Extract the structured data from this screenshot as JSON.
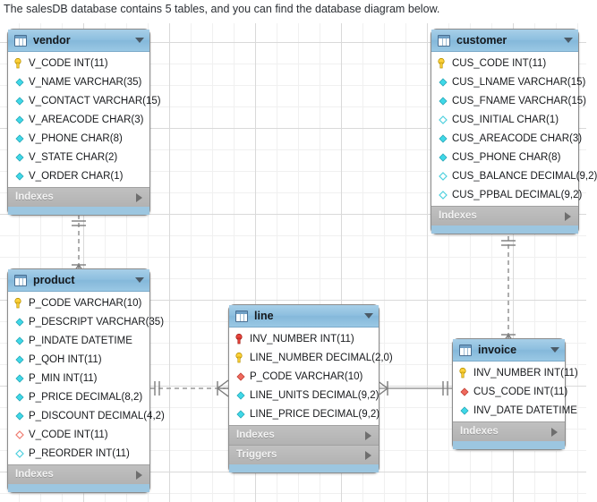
{
  "caption": "The salesDB database contains 5 tables, and you can find the database diagram below.",
  "colors": {
    "header_blue": "#8dbfdf",
    "section_gray": "#b6b6b6",
    "footer_blue": "#9cc6e0",
    "pk_key_yellow": "#ffd23b",
    "fk_key_red": "#e8453c",
    "col_diamond_cyan": "#3fd8e8",
    "fk_diamond_red": "#ef6a5e",
    "canvas_grid": "#e4e4e4"
  },
  "section_labels": {
    "indexes": "Indexes",
    "triggers": "Triggers"
  },
  "tables": [
    {
      "name": "vendor",
      "icon": "table-icon",
      "columns": [
        {
          "label": "V_CODE INT(11)",
          "glyph": "key-yellow"
        },
        {
          "label": "V_NAME VARCHAR(35)",
          "glyph": "diamond-cyan"
        },
        {
          "label": "V_CONTACT VARCHAR(15)",
          "glyph": "diamond-cyan"
        },
        {
          "label": "V_AREACODE CHAR(3)",
          "glyph": "diamond-cyan"
        },
        {
          "label": "V_PHONE CHAR(8)",
          "glyph": "diamond-cyan"
        },
        {
          "label": "V_STATE CHAR(2)",
          "glyph": "diamond-cyan"
        },
        {
          "label": "V_ORDER CHAR(1)",
          "glyph": "diamond-cyan"
        }
      ],
      "sections": [
        "Indexes"
      ]
    },
    {
      "name": "customer",
      "icon": "table-icon",
      "columns": [
        {
          "label": "CUS_CODE INT(11)",
          "glyph": "key-yellow"
        },
        {
          "label": "CUS_LNAME VARCHAR(15)",
          "glyph": "diamond-cyan"
        },
        {
          "label": "CUS_FNAME VARCHAR(15)",
          "glyph": "diamond-cyan"
        },
        {
          "label": "CUS_INITIAL CHAR(1)",
          "glyph": "diamond-hollow-cyan"
        },
        {
          "label": "CUS_AREACODE CHAR(3)",
          "glyph": "diamond-cyan"
        },
        {
          "label": "CUS_PHONE CHAR(8)",
          "glyph": "diamond-cyan"
        },
        {
          "label": "CUS_BALANCE DECIMAL(9,2)",
          "glyph": "diamond-hollow-cyan"
        },
        {
          "label": "CUS_PPBAL DECIMAL(9,2)",
          "glyph": "diamond-hollow-cyan"
        }
      ],
      "sections": [
        "Indexes"
      ]
    },
    {
      "name": "product",
      "icon": "table-icon",
      "columns": [
        {
          "label": "P_CODE VARCHAR(10)",
          "glyph": "key-yellow"
        },
        {
          "label": "P_DESCRIPT VARCHAR(35)",
          "glyph": "diamond-cyan"
        },
        {
          "label": "P_INDATE DATETIME",
          "glyph": "diamond-cyan"
        },
        {
          "label": "P_QOH INT(11)",
          "glyph": "diamond-cyan"
        },
        {
          "label": "P_MIN INT(11)",
          "glyph": "diamond-cyan"
        },
        {
          "label": "P_PRICE DECIMAL(8,2)",
          "glyph": "diamond-cyan"
        },
        {
          "label": "P_DISCOUNT DECIMAL(4,2)",
          "glyph": "diamond-cyan"
        },
        {
          "label": "V_CODE INT(11)",
          "glyph": "diamond-hollow-red"
        },
        {
          "label": "P_REORDER INT(11)",
          "glyph": "diamond-hollow-cyan"
        }
      ],
      "sections": [
        "Indexes"
      ]
    },
    {
      "name": "line",
      "icon": "table-icon",
      "columns": [
        {
          "label": "INV_NUMBER INT(11)",
          "glyph": "key-red"
        },
        {
          "label": "LINE_NUMBER DECIMAL(2,0)",
          "glyph": "key-yellow"
        },
        {
          "label": "P_CODE VARCHAR(10)",
          "glyph": "diamond-red"
        },
        {
          "label": "LINE_UNITS DECIMAL(9,2)",
          "glyph": "diamond-cyan"
        },
        {
          "label": "LINE_PRICE DECIMAL(9,2)",
          "glyph": "diamond-cyan"
        }
      ],
      "sections": [
        "Indexes",
        "Triggers"
      ]
    },
    {
      "name": "invoice",
      "icon": "table-icon",
      "columns": [
        {
          "label": "INV_NUMBER INT(11)",
          "glyph": "key-yellow"
        },
        {
          "label": "CUS_CODE INT(11)",
          "glyph": "diamond-red"
        },
        {
          "label": "INV_DATE DATETIME",
          "glyph": "diamond-cyan"
        }
      ],
      "sections": [
        "Indexes"
      ]
    }
  ],
  "relationships": [
    {
      "from": "vendor",
      "to": "product",
      "style": "dashed",
      "from_card": "one",
      "to_card": "many"
    },
    {
      "from": "customer",
      "to": "invoice",
      "style": "dashed",
      "from_card": "one",
      "to_card": "many"
    },
    {
      "from": "product",
      "to": "line",
      "style": "dashed",
      "from_card": "one",
      "to_card": "many"
    },
    {
      "from": "invoice",
      "to": "line",
      "style": "solid",
      "from_card": "one",
      "to_card": "many"
    }
  ]
}
